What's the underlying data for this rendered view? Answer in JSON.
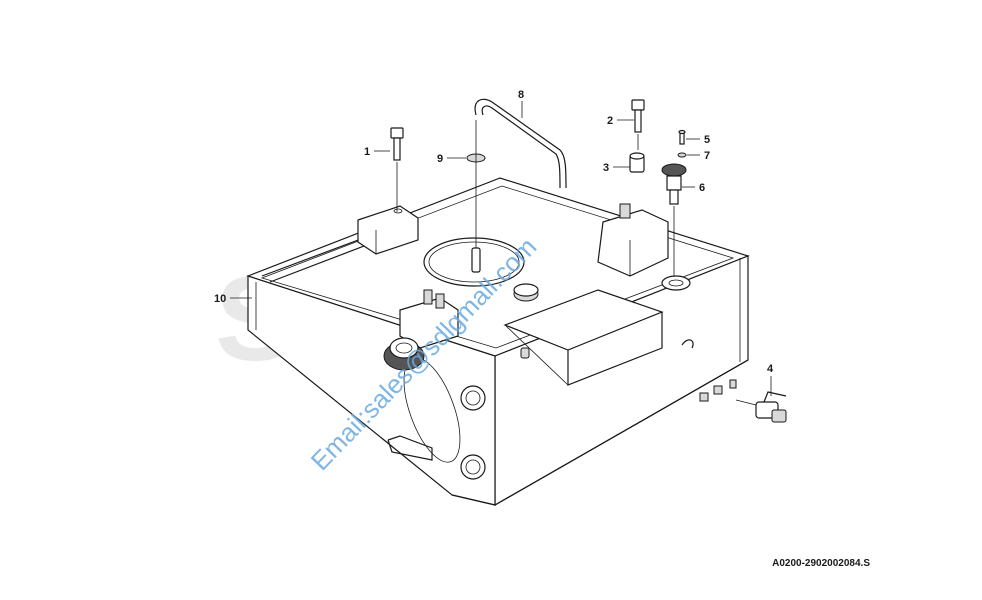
{
  "drawing": {
    "reference_code": "A0200-2902002084.S"
  },
  "callouts": [
    "1",
    "2",
    "3",
    "4",
    "5",
    "6",
    "7",
    "8",
    "9",
    "10"
  ],
  "watermark": {
    "logo_text": "SDLG",
    "email_text": "Email:sales@sdlgmall.com"
  },
  "colors": {
    "line": "#1a1a1a",
    "watermark_blue": "#6aa9e0",
    "watermark_grey": "#9a9a9a"
  }
}
